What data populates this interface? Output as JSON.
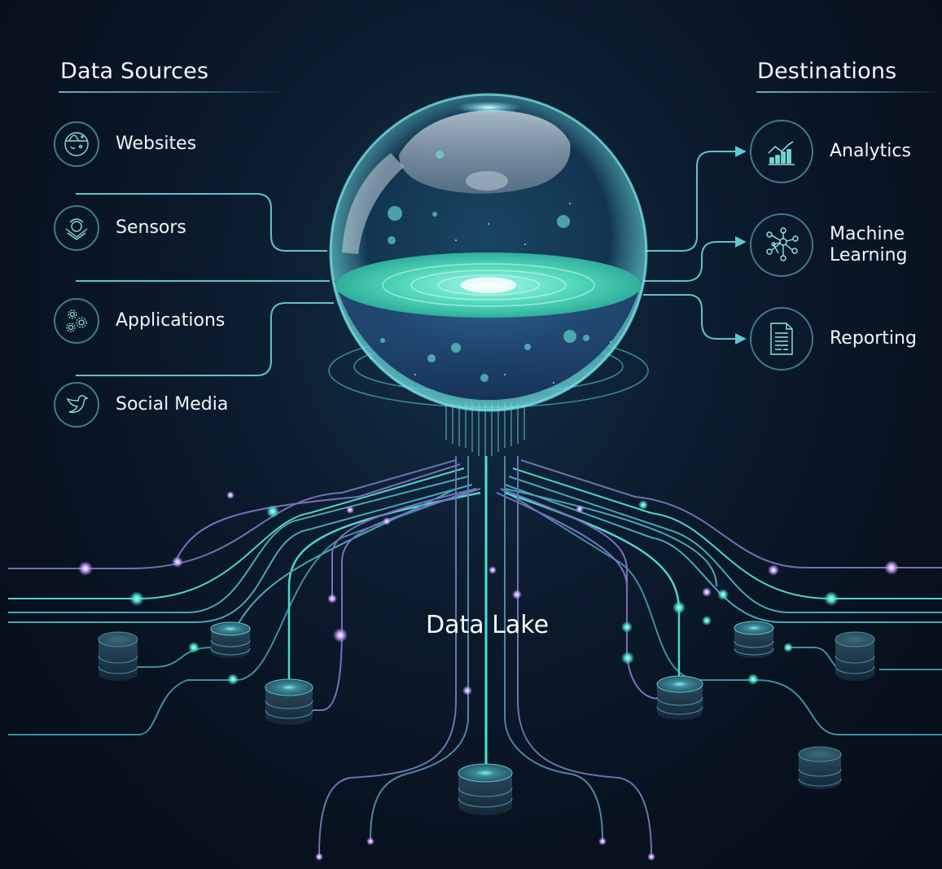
{
  "diagram": {
    "center_label": "Data Lake",
    "colors": {
      "background": "#08121f",
      "accent_teal": "#4fe0d0",
      "line_teal": "#5fc8d0",
      "accent_purple": "#b48cf0",
      "icon_border": "#3f7b8b",
      "text": "#eef6f8"
    }
  },
  "sources": {
    "title": "Data Sources",
    "items": [
      {
        "label": "Websites",
        "icon": "globe-icon"
      },
      {
        "label": "Sensors",
        "icon": "sensor-icon"
      },
      {
        "label": "Applications",
        "icon": "gears-icon"
      },
      {
        "label": "Social Media",
        "icon": "bird-icon"
      }
    ]
  },
  "destinations": {
    "title": "Destinations",
    "items": [
      {
        "label": "Analytics",
        "icon": "bar-chart-icon"
      },
      {
        "label": "Machine Learning",
        "line1": "Machine",
        "line2": "Learning",
        "icon": "network-icon"
      },
      {
        "label": "Reporting",
        "icon": "document-icon"
      }
    ]
  }
}
